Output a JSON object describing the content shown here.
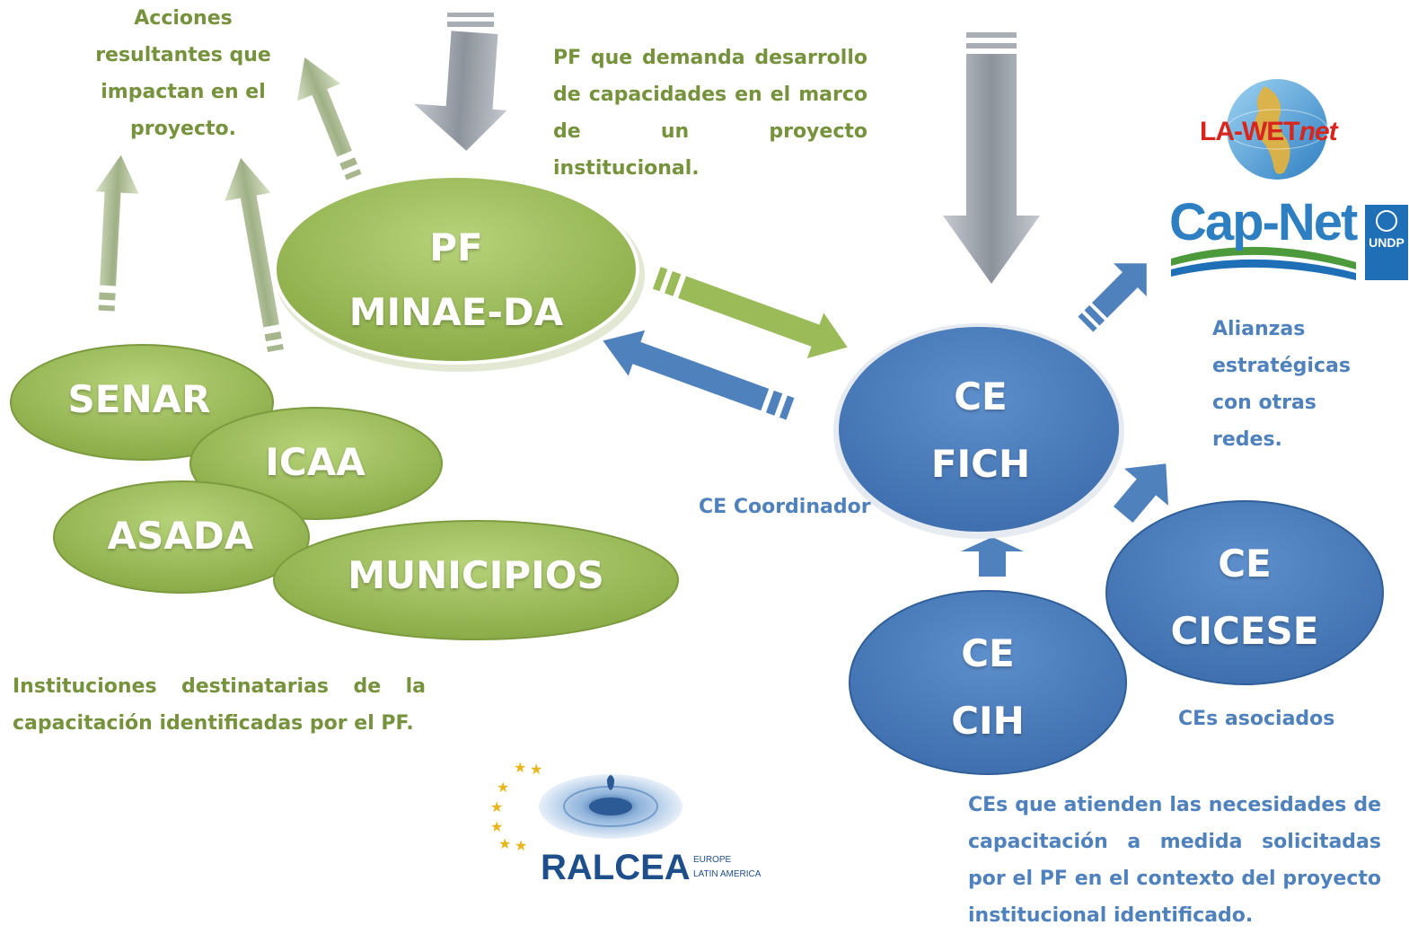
{
  "colors": {
    "green_text": "#76923c",
    "blue_text": "#4f81bd",
    "green_node": "#9bbb59",
    "blue_node": "#4f81bd",
    "gray_arrow": "#9ea3ab"
  },
  "texts": {
    "acciones": "Acciones resultantes que impactan en el proyecto.",
    "pf_demanda": "PF que demanda desarrollo de capacidades en el marco de un proyecto institucional.",
    "alianzas": "Alianzas estratégicas con otras redes.",
    "ce_coordinador": "CE Coordinador",
    "instituciones": "Instituciones destinatarias de la capacitación identificadas por el PF.",
    "ces_asociados": "CEs asociados",
    "ces_atienden": "CEs que atienden las necesidades de capacitación a medida solicitadas por el PF en el contexto del proyecto institucional identificado."
  },
  "nodes": {
    "pf": {
      "line1": "PF",
      "line2": "MINAE-DA"
    },
    "senar": "SENAR",
    "icaa": "ICAA",
    "asada": "ASADA",
    "municipios": "MUNICIPIOS",
    "fich": {
      "line1": "CE",
      "line2": "FICH"
    },
    "cih": {
      "line1": "CE",
      "line2": "CIH"
    },
    "cicese": {
      "line1": "CE",
      "line2": "CICESE"
    }
  },
  "logos": {
    "lawetnet": {
      "part1": "LA-WET",
      "part2": "net"
    },
    "capnet": {
      "name": "Cap-Net",
      "undp": "UNDP"
    },
    "ralcea": {
      "name": "RALCEA",
      "line1": "EUROPE",
      "line2": "LATIN AMERICA"
    }
  }
}
